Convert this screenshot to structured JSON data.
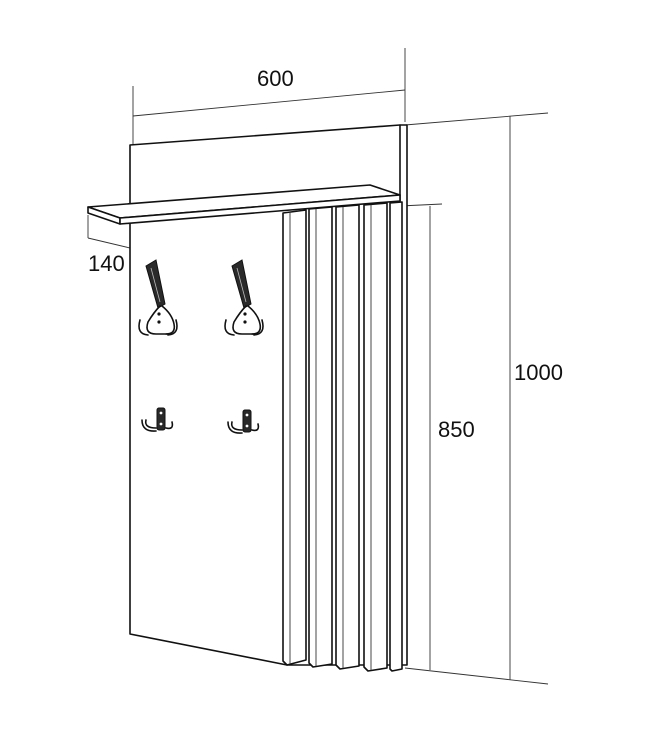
{
  "dimensions": {
    "width": "600",
    "shelf_depth": "140",
    "total_height": "1000",
    "slat_height": "850"
  },
  "colors": {
    "line": "#111111",
    "background": "#ffffff"
  }
}
